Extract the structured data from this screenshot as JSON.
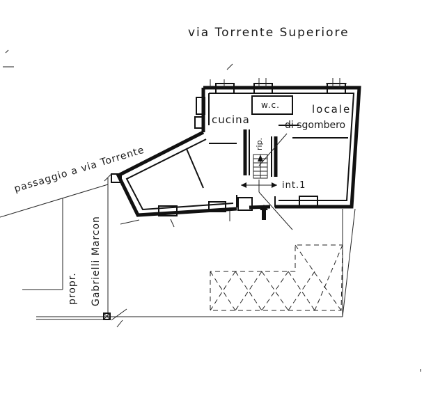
{
  "labels": {
    "street": "via Torrente Superiore",
    "passage": "passaggio a via Torrente",
    "owner_line1": "propr.",
    "owner_line2": "Gabrielli Marcon",
    "wc": "w.c.",
    "kitchen": "cucina",
    "storage_line1": "locale",
    "storage_line2": "di sgombero",
    "stair": "rip.",
    "unit": "int.1"
  },
  "colors": {
    "ink": "#111111",
    "paper": "#ffffff"
  }
}
